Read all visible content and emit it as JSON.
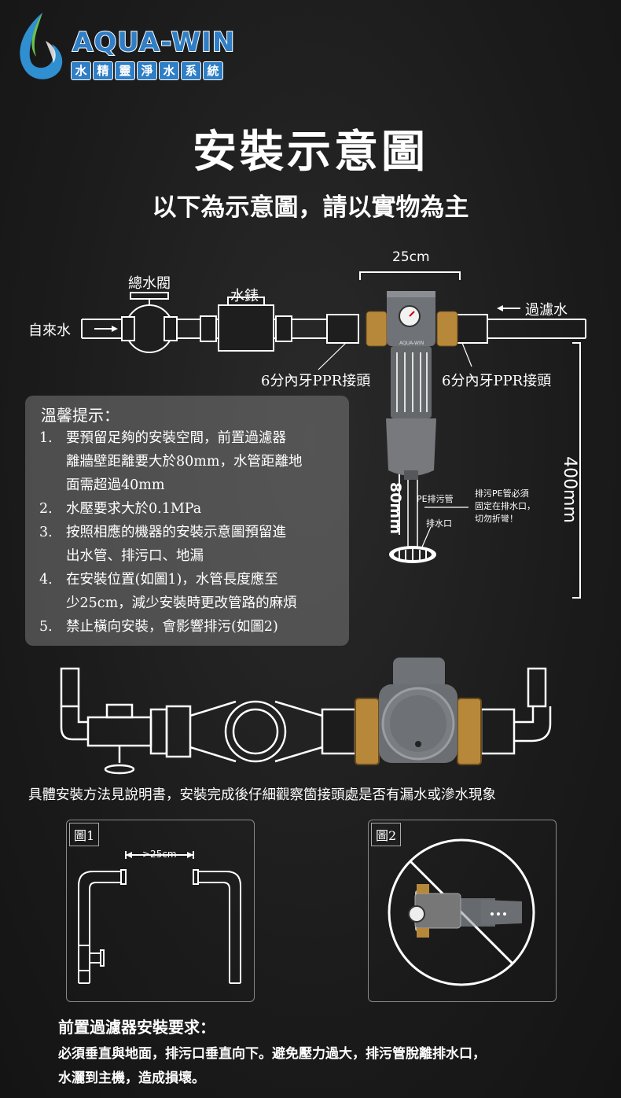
{
  "brand": {
    "name": "AQUA-WIN",
    "subtitle_chars": [
      "水",
      "精",
      "靈",
      "淨",
      "水",
      "系",
      "統"
    ]
  },
  "title": "安裝示意圖",
  "subtitle": "以下為示意圖，請以實物為主",
  "diagram": {
    "width_label": "25cm",
    "main_valve": "總水閥",
    "meter": "水錶",
    "inlet": "自來水",
    "outlet": "過濾水",
    "connector_left": "6分內牙PPR接頭",
    "connector_right": "6分內牙PPR接頭",
    "height_label": "400mm",
    "floor_gap_label": "80mm",
    "pe_pipe": "PE排污管",
    "drain": "排水口",
    "pe_note_lines": [
      "排污PE管必須",
      "固定在排水口，",
      "切勿折彎！"
    ],
    "filter_brand": "AQUA-WIN"
  },
  "tips": {
    "title": "溫馨提示：",
    "items": [
      {
        "n": "1.",
        "lines": [
          "要預留足夠的安裝空間，前置過濾器",
          "離牆壁距離要大於80mm，水管距離地",
          "面需超過40mm"
        ]
      },
      {
        "n": "2.",
        "lines": [
          "水壓要求大於0.1MPa"
        ]
      },
      {
        "n": "3.",
        "lines": [
          "按照相應的機器的安裝示意圖預留進",
          "出水管、排污口、地漏"
        ]
      },
      {
        "n": "4.",
        "lines": [
          "在安裝位置(如圖1)，水管長度應至",
          "少25cm，減少安裝時更改管路的麻煩"
        ]
      },
      {
        "n": "5.",
        "lines": [
          "禁止橫向安裝，會影響排污(如圖2)"
        ]
      }
    ]
  },
  "note": "具體安裝方法見說明書，安裝完成後仔細觀察箇接頭處是否有漏水或滲水現象",
  "fig1": {
    "tag": "圖1",
    "dim": ">25cm"
  },
  "fig2": {
    "tag": "圖2"
  },
  "requirements": {
    "title": "前置過濾器安裝要求：",
    "lines": [
      "必須垂直與地面，排污口垂直向下。避免壓力過大，排污管脫離排水口，",
      "水灑到主機，造成損壞。"
    ]
  }
}
